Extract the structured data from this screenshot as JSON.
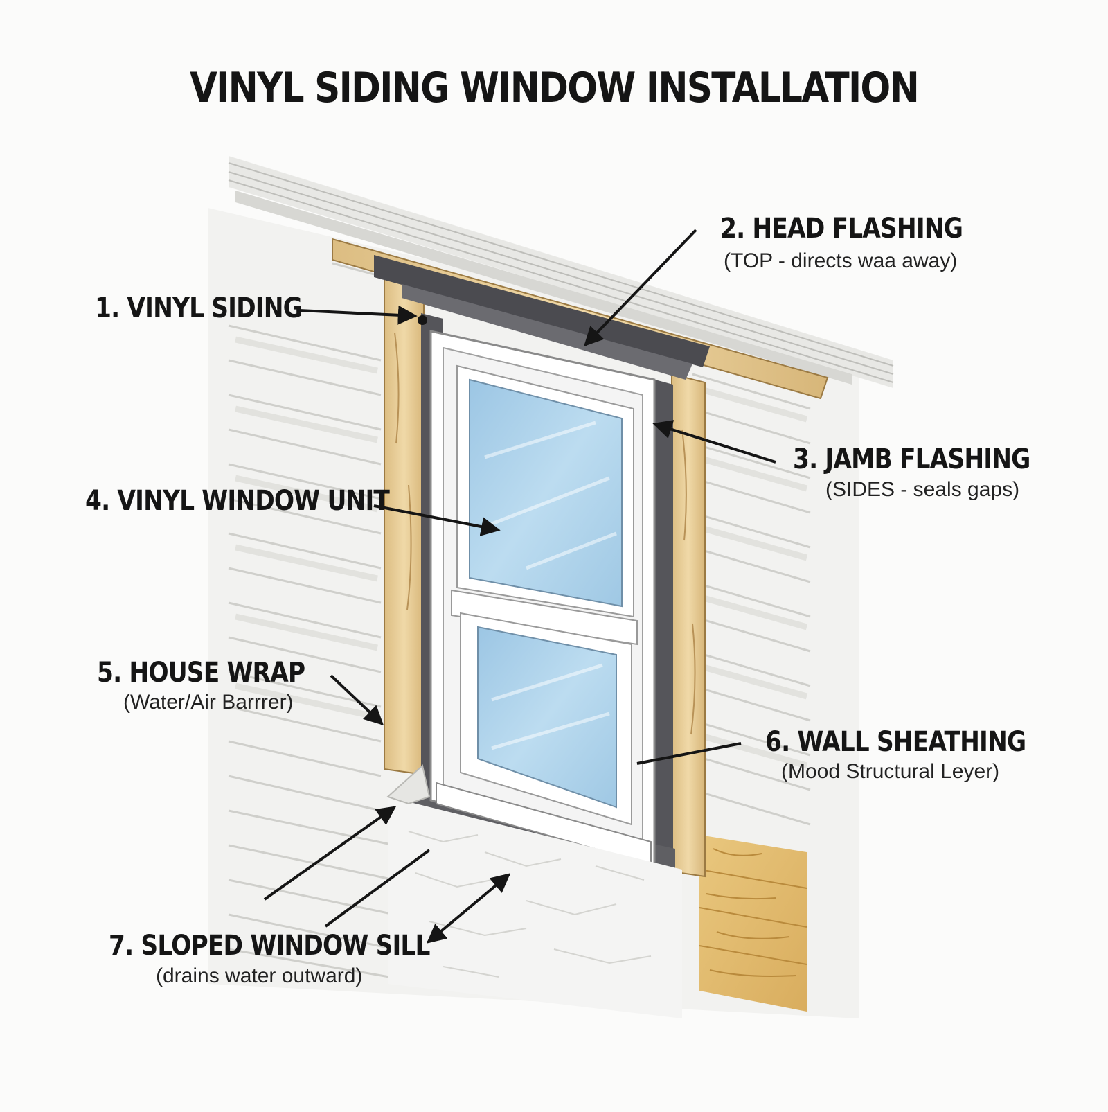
{
  "title": "VINYL SIDING WINDOW INSTALLATION",
  "callouts": [
    {
      "id": "vinyl-siding",
      "label": "1. VINYL SIDING",
      "note": ""
    },
    {
      "id": "head-flashing",
      "label": "2. HEAD FLASHING",
      "note": "(TOP - directs waa away)"
    },
    {
      "id": "jamb-flashing",
      "label": "3. JAMB FLASHING",
      "note": "(SIDES - seals gaps)"
    },
    {
      "id": "vinyl-window-unit",
      "label": "4. VINYL WINDOW UNIT",
      "note": ""
    },
    {
      "id": "house-wrap",
      "label": "5. HOUSE WRAP",
      "note": "(Water/Air Barrrer)"
    },
    {
      "id": "wall-sheathing",
      "label": "6. WALL SHEATHING",
      "note": "(Mood Structural Leyer)"
    },
    {
      "id": "sloped-window-sill",
      "label": "7. SLOPED WINDOW SILL",
      "note": "(drains water outward)"
    }
  ],
  "colors": {
    "siding": "#f3f3f1",
    "siding_line": "#c9c9c6",
    "wood": "#e8cf9a",
    "flashing": "#5a5a5e",
    "glass": "#a9cde6",
    "frame": "#ffffff",
    "ink": "#151515"
  }
}
